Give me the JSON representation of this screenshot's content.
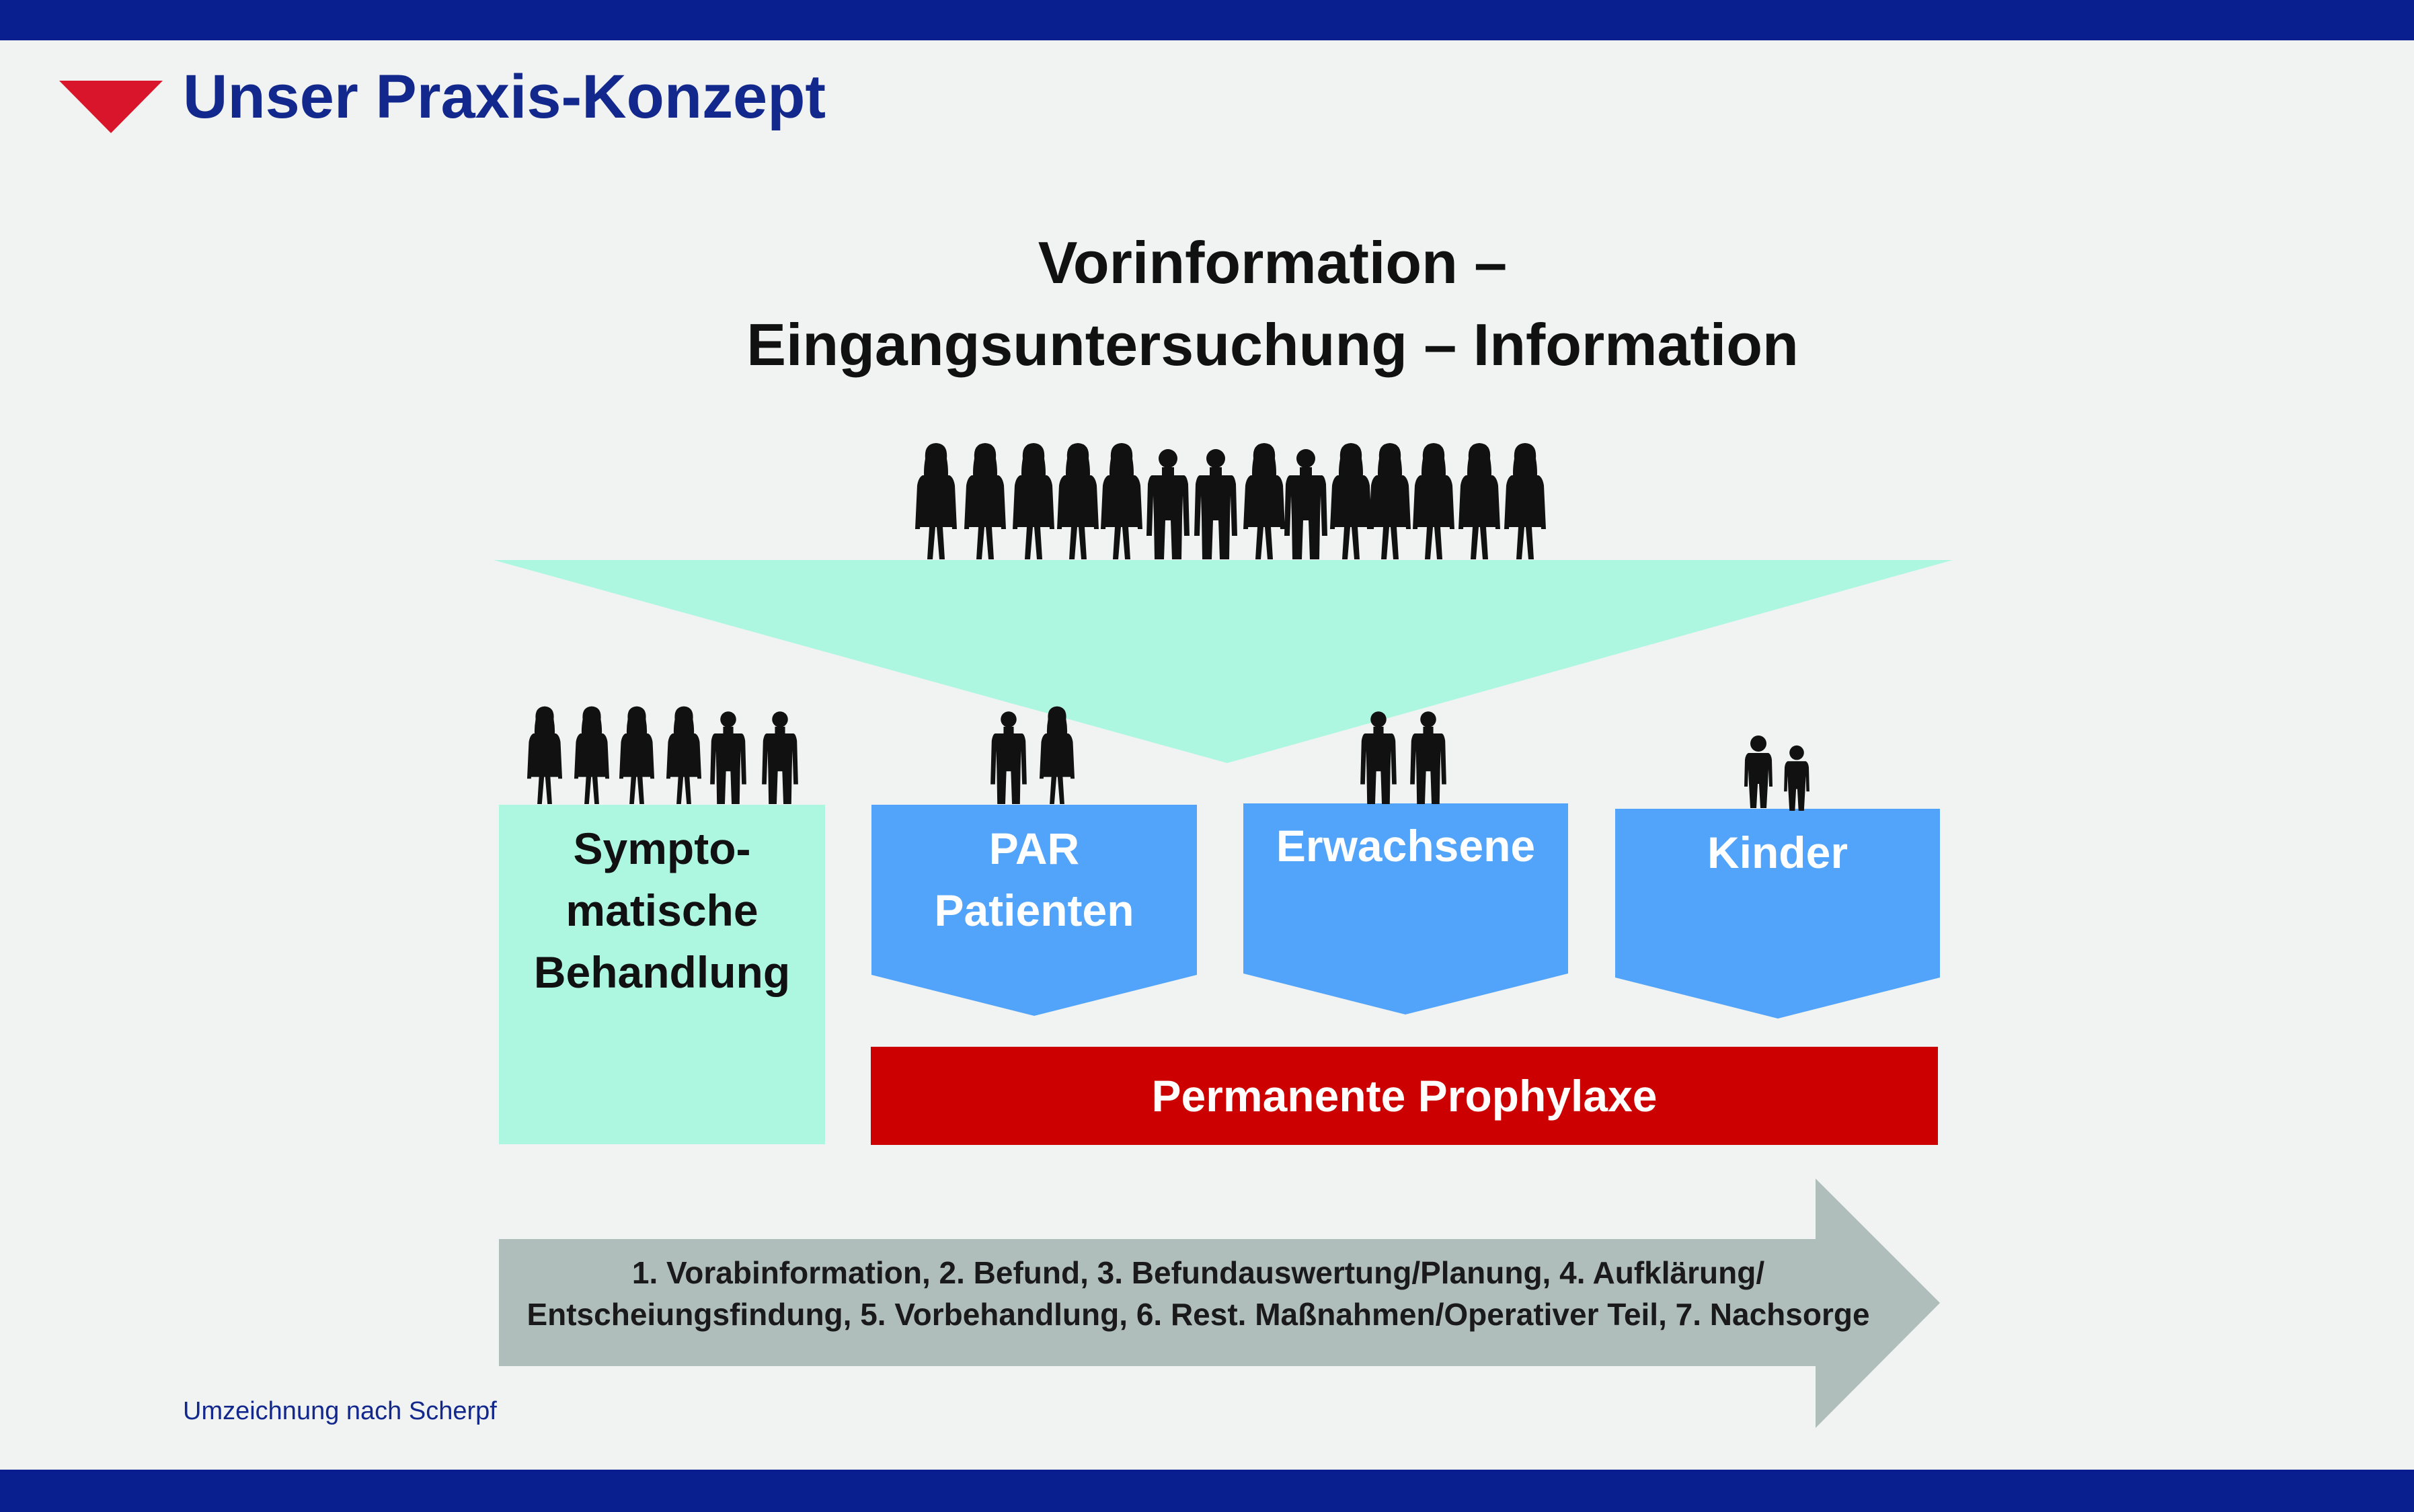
{
  "title": "Unser Praxis-Konzept",
  "headline": {
    "line1": "Vorinformation –",
    "line2": "Eingangsuntersuchung – Information"
  },
  "groups": [
    {
      "id": "symptomatic",
      "lines": [
        "Sympto-",
        "matische",
        "Behandlung"
      ],
      "color": "#adf7e0"
    },
    {
      "id": "par",
      "lines": [
        "PAR",
        "Patienten"
      ],
      "color": "#52a3fa"
    },
    {
      "id": "adults",
      "lines": [
        "Erwachsene"
      ],
      "color": "#52a3fa"
    },
    {
      "id": "children",
      "lines": [
        "Kinder"
      ],
      "color": "#52a3fa"
    }
  ],
  "prophylaxis": "Permanente Prophylaxe",
  "process_steps": {
    "line1": "1. Vorabinformation, 2. Befund, 3. Befundauswertung/Planung, 4. Aufklärung/",
    "line2": "Entscheiungsfindung, 5. Vorbehandlung, 6. Rest. Maßnahmen/Operativer Teil, 7. Nachsorge"
  },
  "credit": "Umzeichnung nach Scherpf",
  "colors": {
    "brand_blue": "#0a1f8f",
    "marker_red": "#d9152b",
    "funnel_mint": "#adf7e0",
    "box_blue": "#52a3fa",
    "prophylaxis_red": "#cc0000",
    "arrow_gray": "#afbdbb",
    "background": "#f0f3f2"
  },
  "icons": [
    "people-crowd-icon",
    "person-silhouette-icon",
    "down-triangle-marker"
  ]
}
